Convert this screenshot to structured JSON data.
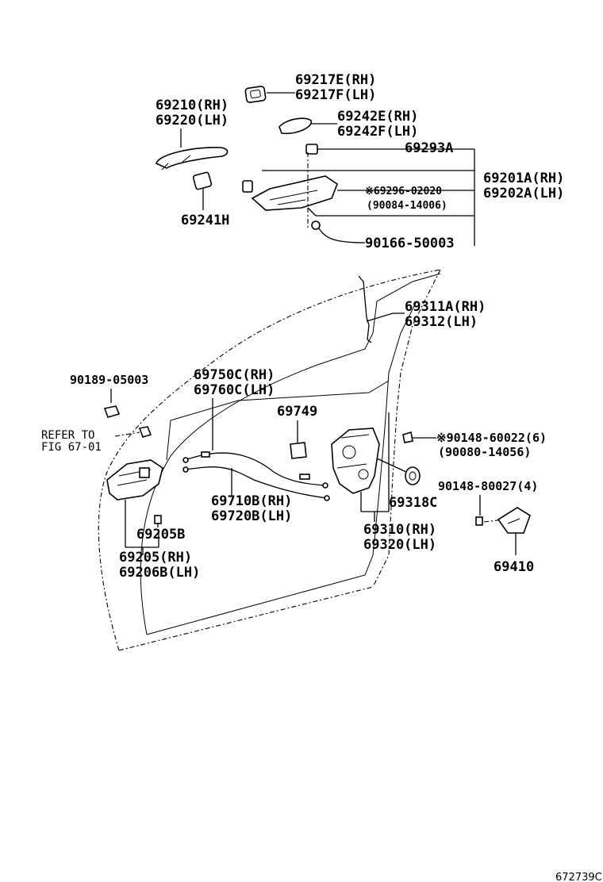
{
  "labels": {
    "p69217e": "69217E(RH)",
    "p69217f": "69217F(LH)",
    "p69210": "69210(RH)",
    "p69220": "69220(LH)",
    "p69242e": "69242E(RH)",
    "p69242f": "69242F(LH)",
    "p69293a": "69293A",
    "p69201a": "69201A(RH)",
    "p69202a": "69202A(LH)",
    "p69296": "※69296-02020",
    "p90084_14006": "(90084-14006)",
    "p69241h": "69241H",
    "p90166": "90166-50003",
    "p69311a": "69311A(RH)",
    "p69312": "69312(LH)",
    "p90189": "90189-05003",
    "p69750c": "69750C(RH)",
    "p69760c": "69760C(LH)",
    "p69749": "69749",
    "refer_to": "REFER TO",
    "fig": "FIG 67-01",
    "p90148_60022": "※90148-60022(6)",
    "p90080": "(90080-14056)",
    "p69710b": "69710B(RH)",
    "p69720b": "69720B(LH)",
    "p69318c": "69318C",
    "p90148_80027": "90148-80027(4)",
    "p69205b": "69205B",
    "p69310": "69310(RH)",
    "p69320": "69320(LH)",
    "p69205": "69205(RH)",
    "p69206b": "69206B(LH)",
    "p69410": "69410",
    "diagram_code": "672739C"
  }
}
